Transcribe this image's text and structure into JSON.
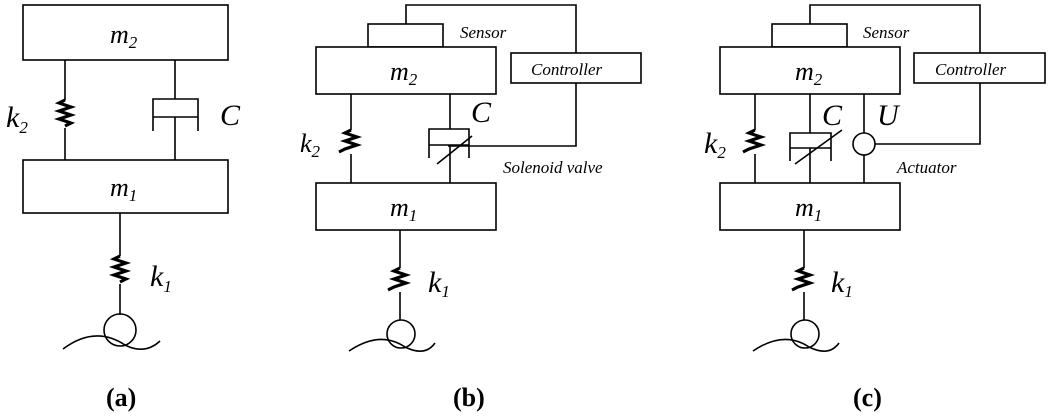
{
  "panels": {
    "a": {
      "caption": "(a)",
      "mass_top": {
        "symbol": "m",
        "sub": "2"
      },
      "mass_bottom": {
        "symbol": "m",
        "sub": "1"
      },
      "spring_upper": {
        "symbol": "k",
        "sub": "2"
      },
      "spring_lower": {
        "symbol": "k",
        "sub": "1"
      },
      "damper": "C"
    },
    "b": {
      "caption": "(b)",
      "mass_top": {
        "symbol": "m",
        "sub": "2"
      },
      "mass_bottom": {
        "symbol": "m",
        "sub": "1"
      },
      "spring_upper": {
        "symbol": "k",
        "sub": "2"
      },
      "spring_lower": {
        "symbol": "k",
        "sub": "1"
      },
      "damper": "C",
      "sensor": "Sensor",
      "controller": "Controller",
      "valve": "Solenoid valve"
    },
    "c": {
      "caption": "(c)",
      "mass_top": {
        "symbol": "m",
        "sub": "2"
      },
      "mass_bottom": {
        "symbol": "m",
        "sub": "1"
      },
      "spring_upper": {
        "symbol": "k",
        "sub": "2"
      },
      "spring_lower": {
        "symbol": "k",
        "sub": "1"
      },
      "damper": "C",
      "actuator_symbol": "U",
      "sensor": "Sensor",
      "controller": "Controller",
      "actuator": "Actuator"
    }
  }
}
